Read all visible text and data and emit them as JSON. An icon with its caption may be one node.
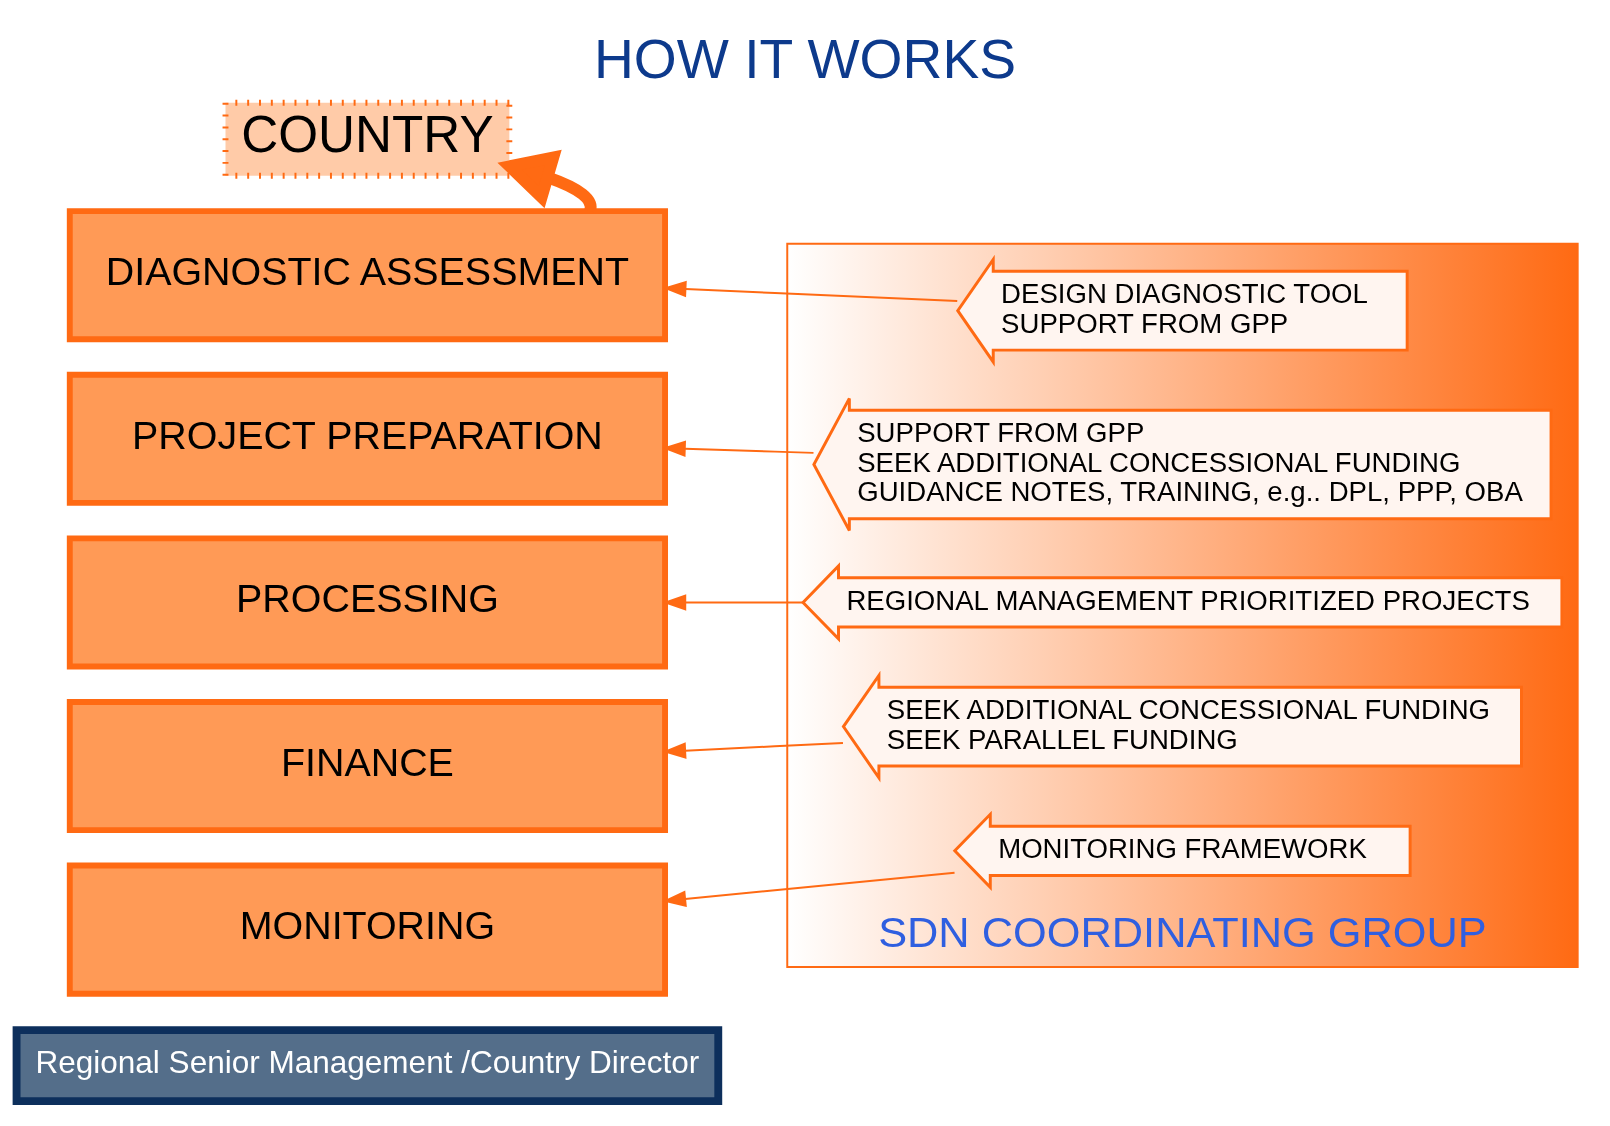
{
  "diagram": {
    "title": "HOW IT WORKS",
    "nodes": [
      {
        "text": [
          "COUNTRY"
        ]
      },
      {
        "text": [
          "DIAGNOSTIC ASSESSMENT"
        ]
      },
      {
        "text": [
          "PROJECT PREPARATION"
        ]
      },
      {
        "text": [
          "PROCESSING"
        ]
      },
      {
        "text": [
          "FINANCE"
        ]
      },
      {
        "text": [
          "MONITORING"
        ]
      },
      {
        "text": [
          "Regional Senior Management /Country Director"
        ]
      },
      {
        "text": [
          "SDN COORDINATING GROUP"
        ]
      },
      {
        "text": [
          "DESIGN DIAGNOSTIC TOOL",
          "SUPPORT FROM GPP"
        ],
        "in": 7
      },
      {
        "text": [
          "SUPPORT FROM GPP",
          "SEEK ADDITIONAL CONCESSIONAL FUNDING",
          "GUIDANCE NOTES, TRAINING, e.g.. DPL, PPP, OBA"
        ],
        "in": 7
      },
      {
        "text": [
          "REGIONAL MANAGEMENT PRIORITIZED PROJECTS"
        ],
        "in": 7
      },
      {
        "text": [
          "SEEK ADDITIONAL CONCESSIONAL FUNDING",
          "SEEK PARALLEL FUNDING"
        ],
        "in": 7
      },
      {
        "text": [
          "MONITORING FRAMEWORK"
        ],
        "in": 7
      }
    ],
    "edges": [
      {
        "from": 1,
        "to": 0,
        "arrow": "to",
        "style": "thick"
      },
      {
        "from": 8,
        "to": 1,
        "arrow": "to"
      },
      {
        "from": 9,
        "to": 2,
        "arrow": "to"
      },
      {
        "from": 10,
        "to": 3,
        "arrow": "to"
      },
      {
        "from": 11,
        "to": 4,
        "arrow": "to"
      },
      {
        "from": 12,
        "to": 5,
        "arrow": "to"
      }
    ]
  }
}
